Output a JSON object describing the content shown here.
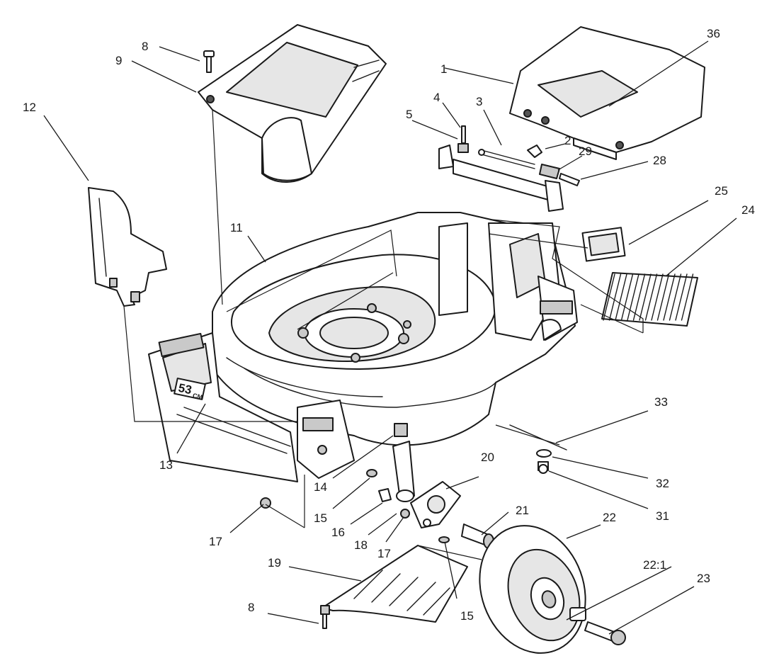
{
  "deck_decal": {
    "size": "53",
    "unit": "CM"
  },
  "callouts": [
    {
      "id": "c-1",
      "label": "1"
    },
    {
      "id": "c-2",
      "label": "2"
    },
    {
      "id": "c-3",
      "label": "3"
    },
    {
      "id": "c-4",
      "label": "4"
    },
    {
      "id": "c-5",
      "label": "5"
    },
    {
      "id": "c-8a",
      "label": "8"
    },
    {
      "id": "c-8b",
      "label": "8"
    },
    {
      "id": "c-9",
      "label": "9"
    },
    {
      "id": "c-11",
      "label": "11"
    },
    {
      "id": "c-12",
      "label": "12"
    },
    {
      "id": "c-13",
      "label": "13"
    },
    {
      "id": "c-14",
      "label": "14"
    },
    {
      "id": "c-15a",
      "label": "15"
    },
    {
      "id": "c-15b",
      "label": "15"
    },
    {
      "id": "c-16",
      "label": "16"
    },
    {
      "id": "c-17a",
      "label": "17"
    },
    {
      "id": "c-17b",
      "label": "17"
    },
    {
      "id": "c-18",
      "label": "18"
    },
    {
      "id": "c-19",
      "label": "19"
    },
    {
      "id": "c-20",
      "label": "20"
    },
    {
      "id": "c-21",
      "label": "21"
    },
    {
      "id": "c-22",
      "label": "22"
    },
    {
      "id": "c-22-1",
      "label": "22:1"
    },
    {
      "id": "c-23",
      "label": "23"
    },
    {
      "id": "c-24",
      "label": "24"
    },
    {
      "id": "c-25",
      "label": "25"
    },
    {
      "id": "c-28",
      "label": "28"
    },
    {
      "id": "c-29",
      "label": "29"
    },
    {
      "id": "c-31",
      "label": "31"
    },
    {
      "id": "c-32",
      "label": "32"
    },
    {
      "id": "c-33",
      "label": "33"
    },
    {
      "id": "c-36",
      "label": "36"
    }
  ]
}
